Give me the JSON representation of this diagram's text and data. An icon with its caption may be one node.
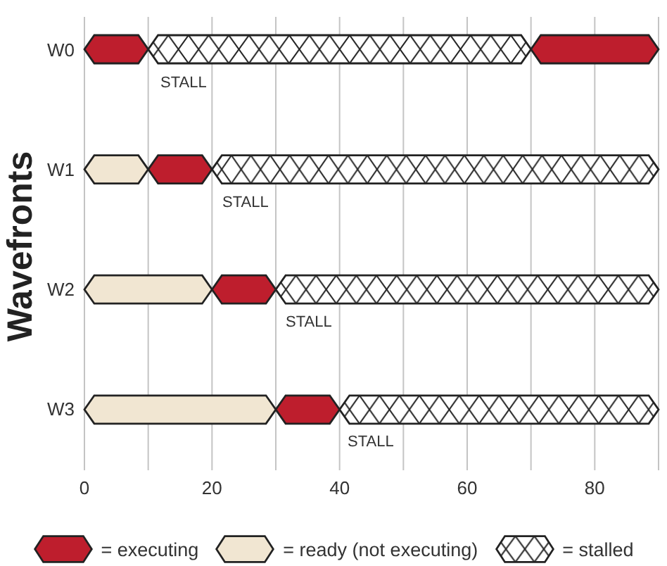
{
  "diagram": {
    "labels": [
      "STALL",
      "STALL",
      "STALL",
      "STALL"
    ],
    "legend": [
      {
        "text": "= executing",
        "color": "#be1e2d"
      },
      {
        "text": "= ready (not executing)",
        "color": "#f1e6d2"
      },
      {
        "text": "= stalled"
      }
    ],
    "chart_data": {
      "type": "bar",
      "orientation": "horizontal",
      "stacked": true,
      "grid": true,
      "ylabel": "Wavefronts",
      "categories": [
        "W0",
        "W1",
        "W2",
        "W3"
      ],
      "xlim": [
        0,
        90
      ],
      "xticks": [
        0,
        20,
        40,
        60,
        80
      ],
      "series": [
        {
          "color": "#f1e6d2",
          "values": [
            0,
            10,
            20,
            30
          ]
        },
        {
          "color": "#be1e2d",
          "values": [
            10,
            10,
            10,
            10
          ]
        },
        {
          "values": [
            60,
            70,
            60,
            50
          ]
        },
        {
          "color": "#be1e2d",
          "values": [
            20,
            0,
            0,
            0
          ]
        }
      ]
    }
  }
}
